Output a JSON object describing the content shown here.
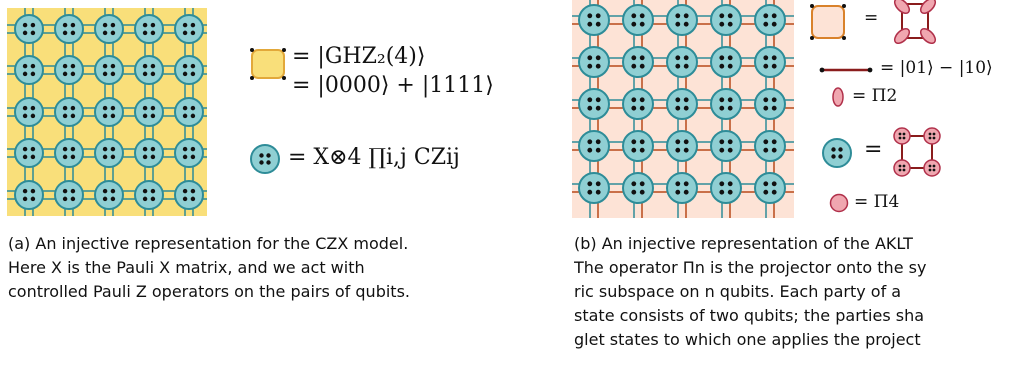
{
  "panel_a": {
    "legend": {
      "ghz_line1": "= |GHZ₂(4)⟩",
      "ghz_line2": "= |0000⟩ + |1111⟩",
      "czx_eq": "= X⊗4 ∏i,j CZij"
    },
    "caption": {
      "line1": "(a) An injective representation for the CZX model.",
      "line2": "Here X is the Pauli X matrix, and we act with",
      "line3": "controlled Pauli Z operators on the pairs of qubits."
    },
    "colors": {
      "plaquette": "#f9df7a",
      "site": "#8fcfd3",
      "site_border": "#2e8c98",
      "line": "#2e8c98"
    }
  },
  "panel_b": {
    "legend": {
      "eq1": "=",
      "singlet": "= |01⟩ − |10⟩",
      "pi2": "= Π2",
      "eq2": "=",
      "pi4": "= Π4"
    },
    "caption": {
      "line1": "(b) An injective representation of the AKLT",
      "line2": "The operator Πn is the projector onto the sy",
      "line3": "ric subspace on n qubits.  Each party of a",
      "line4": "state consists of two qubits; the parties sha",
      "line5": "glet states to which one applies the project"
    },
    "colors": {
      "background": "#fde3d6",
      "bond": "#b84a1a",
      "pi_fill": "#f0a7b0",
      "pi_border": "#b0304a"
    }
  }
}
